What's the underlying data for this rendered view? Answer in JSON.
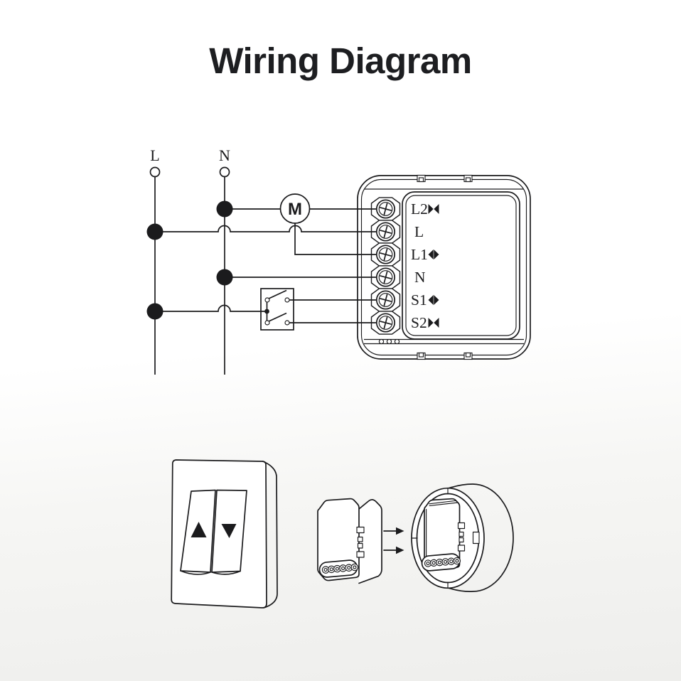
{
  "title": "Wiring Diagram",
  "colors": {
    "ink": "#1b1b1d",
    "background_top": "#ffffff",
    "background_bottom": "#eeeeec"
  },
  "schematic": {
    "supply": {
      "live": "L",
      "neutral": "N"
    },
    "motor_label": "M",
    "terminals": [
      {
        "label": "L2",
        "icon": "curtain-close-icon"
      },
      {
        "label": "L",
        "icon": ""
      },
      {
        "label": "L1",
        "icon": "curtain-open-icon"
      },
      {
        "label": "N",
        "icon": ""
      },
      {
        "label": "S1",
        "icon": "curtain-open-icon"
      },
      {
        "label": "S2",
        "icon": "curtain-close-icon"
      }
    ]
  },
  "installation": {
    "switch_icons": [
      "up-triangle-icon",
      "down-triangle-icon"
    ]
  }
}
